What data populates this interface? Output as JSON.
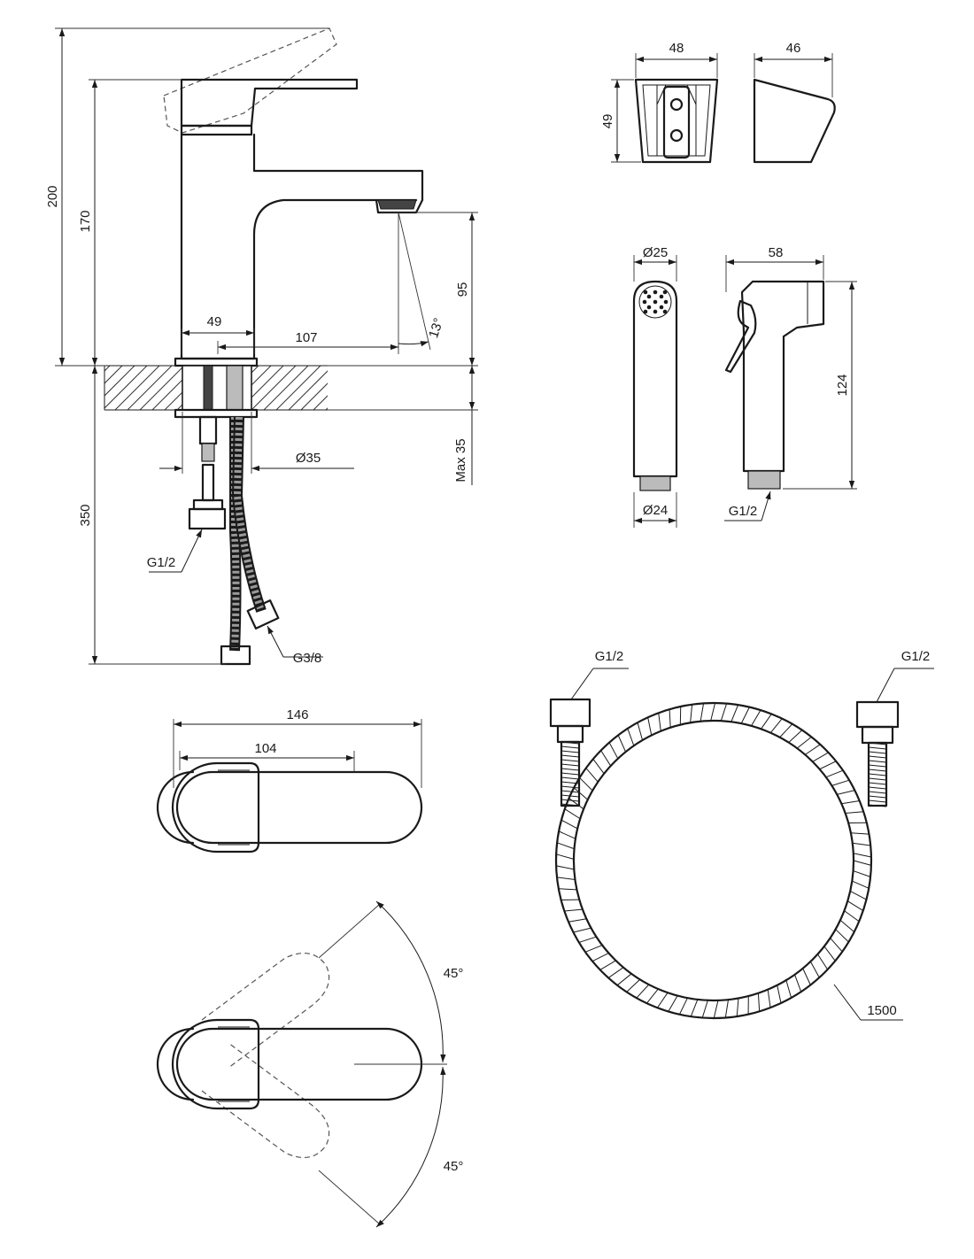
{
  "dimensions": {
    "d200": "200",
    "d170": "170",
    "d95": "95",
    "d13deg": "13°",
    "d49": "49",
    "d107": "107",
    "d350": "350",
    "dmax35": "Max 35",
    "dphi35": "Ø35",
    "g12_faucet": "G1/2",
    "g38": "G3/8",
    "holder_w": "48",
    "holder_d": "46",
    "holder_h": "49",
    "shower_phi25": "Ø25",
    "shower_phi24": "Ø24",
    "shower_w58": "58",
    "shower_h124": "124",
    "shower_g12": "G1/2",
    "top_146": "146",
    "top_104": "104",
    "rot_45a": "45°",
    "rot_45b": "45°",
    "hose_g12_left": "G1/2",
    "hose_g12_right": "G1/2",
    "hose_len": "1500"
  }
}
